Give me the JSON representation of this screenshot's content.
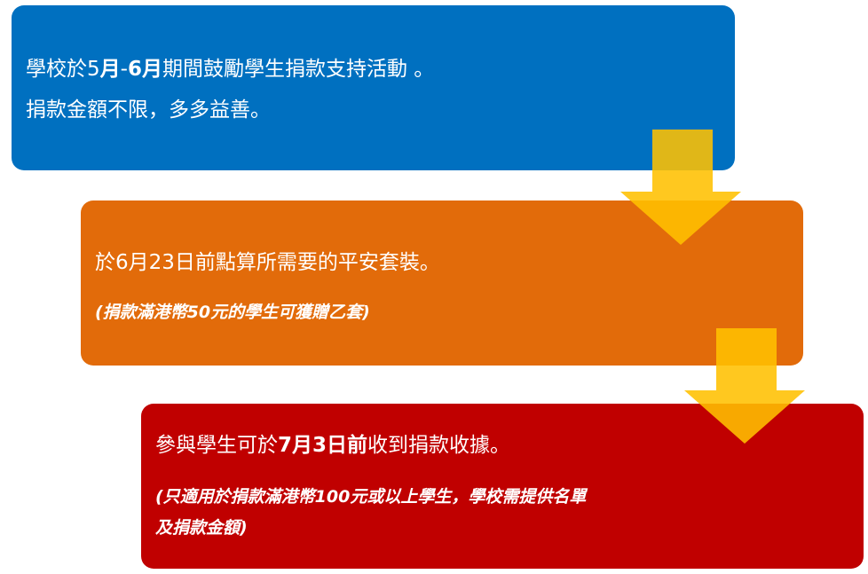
{
  "steps": [
    {
      "line1_a": "學校於5",
      "line1_b": "月",
      "line1_c": "-",
      "line1_d": "6月",
      "line1_e": "期間鼓勵學生捐款支持活動 。",
      "line2": "捐款金額不限，多多益善。"
    },
    {
      "line1": "於6月23日前點算所需要的平安套裝。",
      "note": "(捐款滿港幣50元的學生可獲贈乙套)"
    },
    {
      "line1_a": "參與學生可於",
      "line1_b": "7月3日前",
      "line1_c": "收到捐款收據。",
      "note_line1": "(只適用於捐款滿港幣100元或以上學生，學校需提供名單",
      "note_line2": "及捐款金額)"
    }
  ],
  "colors": {
    "step1": "#0070c0",
    "step2": "#e26b0a",
    "step3": "#c00000",
    "arrow": "#ffc000",
    "text": "#ffffff"
  },
  "icons": [
    "down-arrow-icon",
    "down-arrow-icon"
  ]
}
